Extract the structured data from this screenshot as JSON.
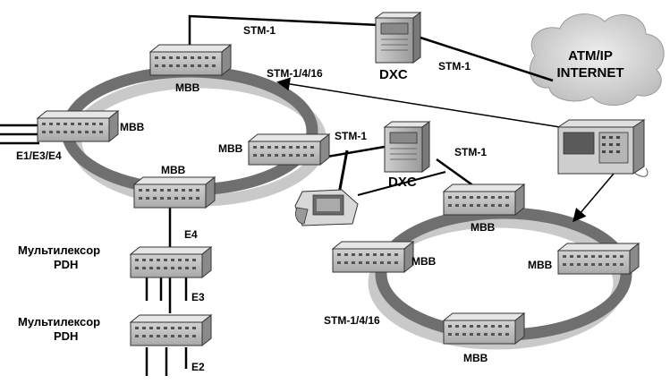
{
  "labels": {
    "stm1_top": "STM-1",
    "stm1_cloud": "STM-1",
    "stm1_mid_left": "STM-1",
    "stm1_mid_right": "STM-1",
    "ring1_rate": "STM-1/4/16",
    "ring2_rate": "STM-1/4/16",
    "dxc_top": "DXC",
    "dxc_mid": "DXC",
    "cloud_line1": "ATM/IP",
    "cloud_line2": "INTERNET",
    "mvv_top": "MBB",
    "mvv_left": "MBB",
    "mvv_right": "MBB",
    "mvv_bottom": "MBB",
    "mvv_r2_top": "MBB",
    "mvv_r2_left": "MBB",
    "mvv_r2_right": "MBB",
    "mvv_r2_bottom": "MBB",
    "e1e3e4": "E1/E3/E4",
    "e4": "E4",
    "e3": "E3",
    "e2": "E2",
    "mux1_line1": "Мультилексор",
    "mux1_line2": "PDH",
    "mux2_line1": "Мультилексор",
    "mux2_line2": "PDH"
  },
  "colors": {
    "ring_dark": "#6f6f6f",
    "ring_light": "#c9c9c9",
    "device_face": "#bdbdbd",
    "device_top": "#e6e6e6",
    "device_side": "#8a8a8a",
    "cloud": "#d4d4d4"
  }
}
